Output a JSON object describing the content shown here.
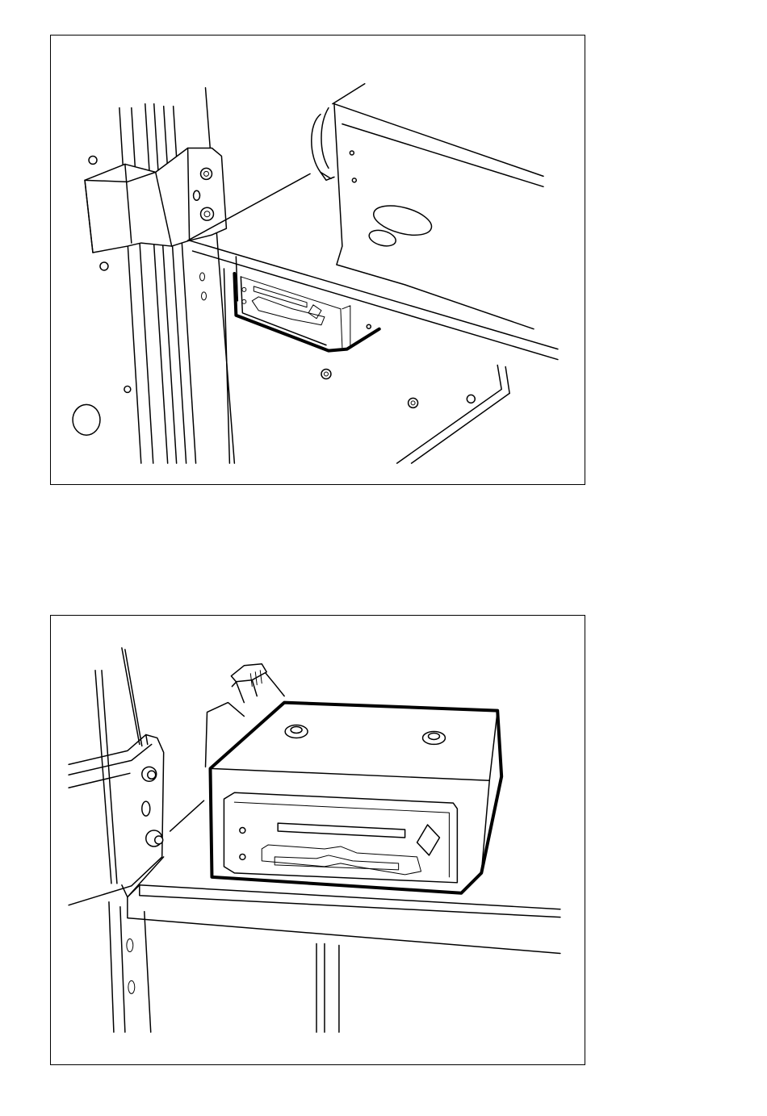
{
  "figures": [
    {
      "id": "figure-1",
      "subject": "tape-drive-mounted-under-shelf"
    },
    {
      "id": "figure-2",
      "subject": "tape-drive-on-shelf"
    }
  ],
  "colors": {
    "line": "#000000",
    "background": "#ffffff"
  }
}
